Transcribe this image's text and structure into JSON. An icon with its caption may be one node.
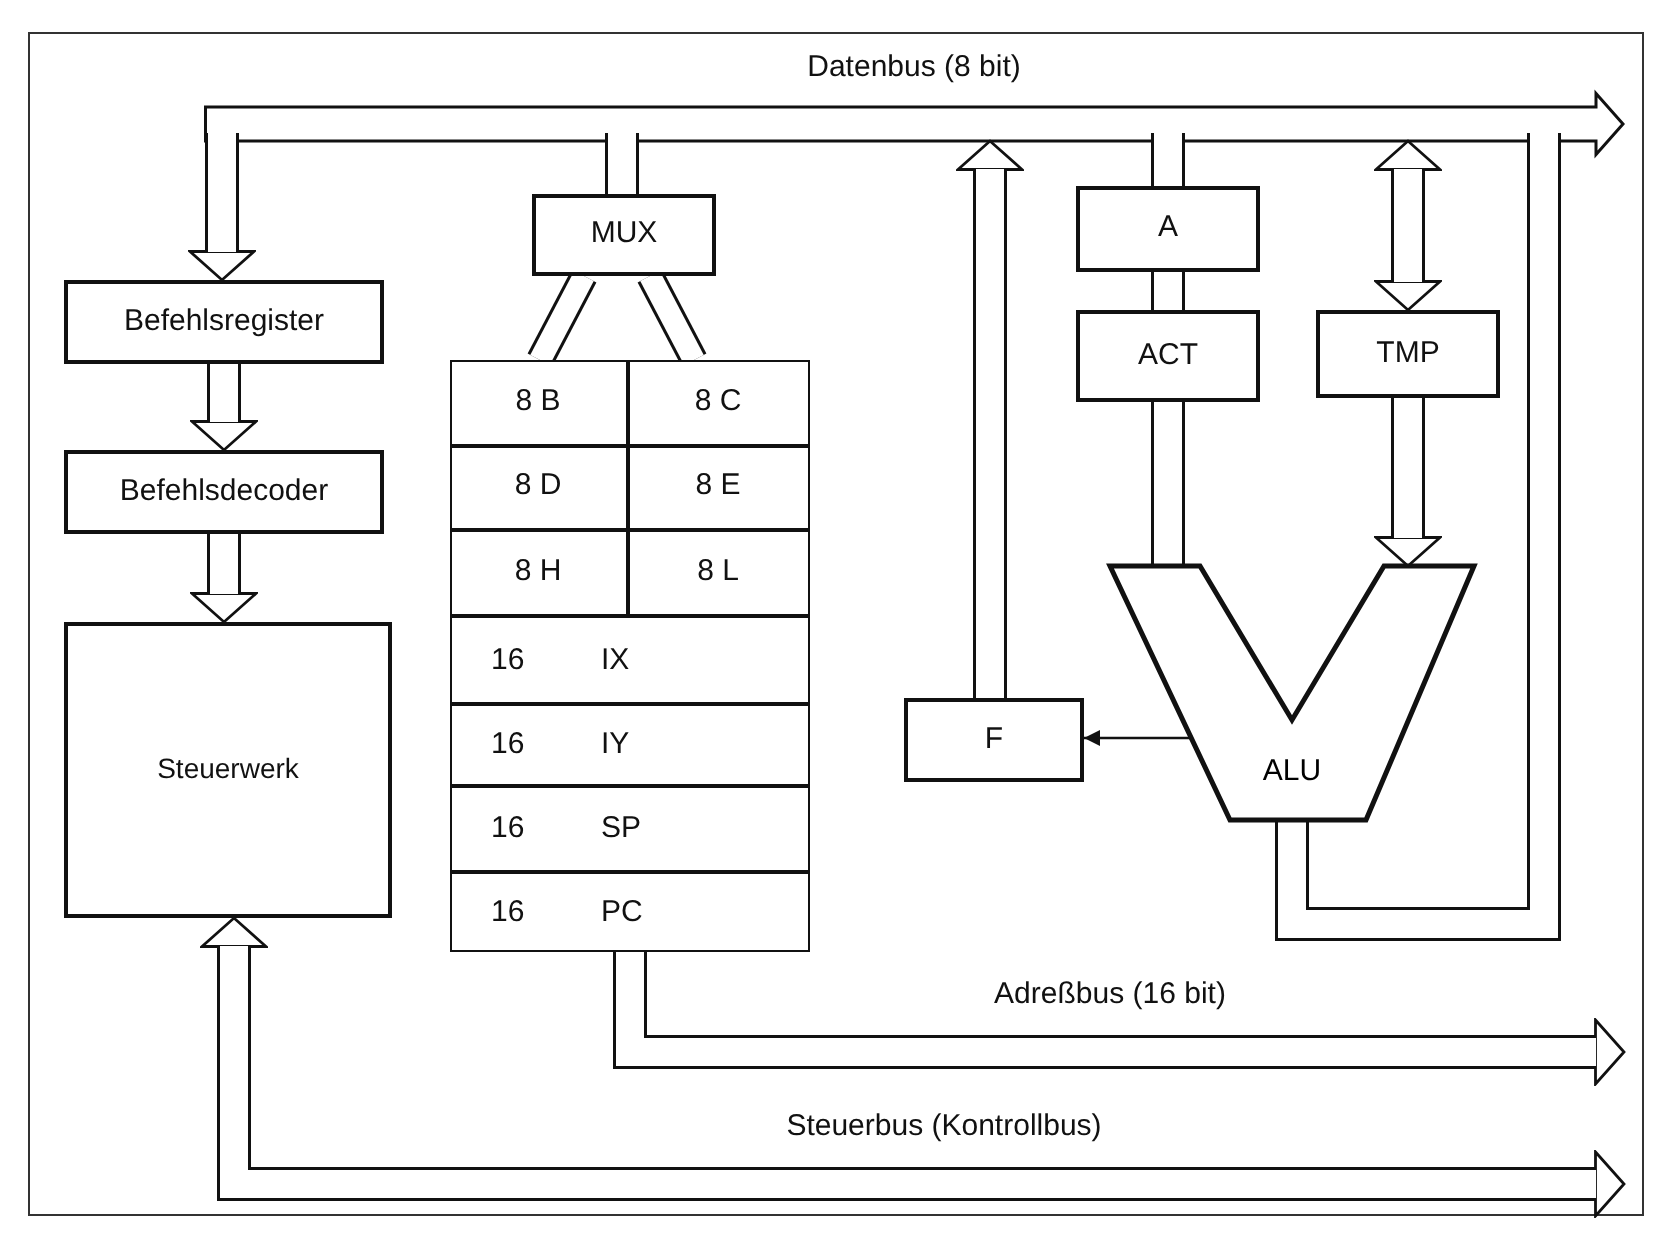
{
  "diagram": {
    "nodes": [
      {
        "text": [
          "Befehlsregister"
        ]
      },
      {
        "text": [
          "Befehlsdecoder"
        ]
      },
      {
        "text": [
          "Steuerwerk"
        ]
      },
      {
        "text": [
          "MUX"
        ]
      },
      {
        "text": [],
        "shape": "box"
      },
      {
        "text": [
          "8 B"
        ],
        "in": 4
      },
      {
        "text": [
          "8 C"
        ],
        "in": 4
      },
      {
        "text": [
          "8 D"
        ],
        "in": 4
      },
      {
        "text": [
          "8 E"
        ],
        "in": 4
      },
      {
        "text": [
          "8 H"
        ],
        "in": 4
      },
      {
        "text": [
          "8 L"
        ],
        "in": 4
      },
      {
        "text": [
          "16",
          "IX"
        ],
        "in": 4
      },
      {
        "text": [
          "16",
          "IY"
        ],
        "in": 4
      },
      {
        "text": [
          "16",
          "SP"
        ],
        "in": 4
      },
      {
        "text": [
          "16",
          "PC"
        ],
        "in": 4
      },
      {
        "text": [
          "A"
        ]
      },
      {
        "text": [
          "ACT"
        ]
      },
      {
        "text": [
          "TMP"
        ]
      },
      {
        "text": [
          "F"
        ]
      },
      {
        "text": [
          "ALU"
        ]
      },
      {
        "text": [
          "Datenbus (8 bit)"
        ]
      }
    ],
    "edges": [
      {
        "from": 20,
        "to": 0,
        "arrow": "to"
      },
      {
        "from": 3,
        "to": 20,
        "arrow": "none"
      },
      {
        "from": 18,
        "to": 20,
        "arrow": "to"
      },
      {
        "from": 15,
        "to": 20,
        "arrow": "none"
      },
      {
        "from": 17,
        "to": 20,
        "arrow": "both"
      },
      {
        "from": 19,
        "to": 20,
        "arrow": "none"
      },
      {
        "from": 0,
        "to": 1,
        "arrow": "to"
      },
      {
        "from": 1,
        "to": 2,
        "arrow": "to"
      },
      {
        "from": 15,
        "to": 16,
        "arrow": "none"
      },
      {
        "from": 16,
        "to": 19,
        "arrow": "none"
      },
      {
        "from": 17,
        "to": 19,
        "arrow": "to"
      },
      {
        "from": 19,
        "to": 18,
        "arrow": "to"
      },
      {
        "from": 3,
        "to": 5,
        "arrow": "none"
      },
      {
        "from": 3,
        "to": 6,
        "arrow": "none"
      },
      {
        "from": 14,
        "to": null,
        "arrow": "to",
        "label": "Adreßbus (16 bit)"
      },
      {
        "from": 2,
        "to": null,
        "arrow": "both",
        "label": "Steuerbus (Kontrollbus)"
      }
    ]
  }
}
